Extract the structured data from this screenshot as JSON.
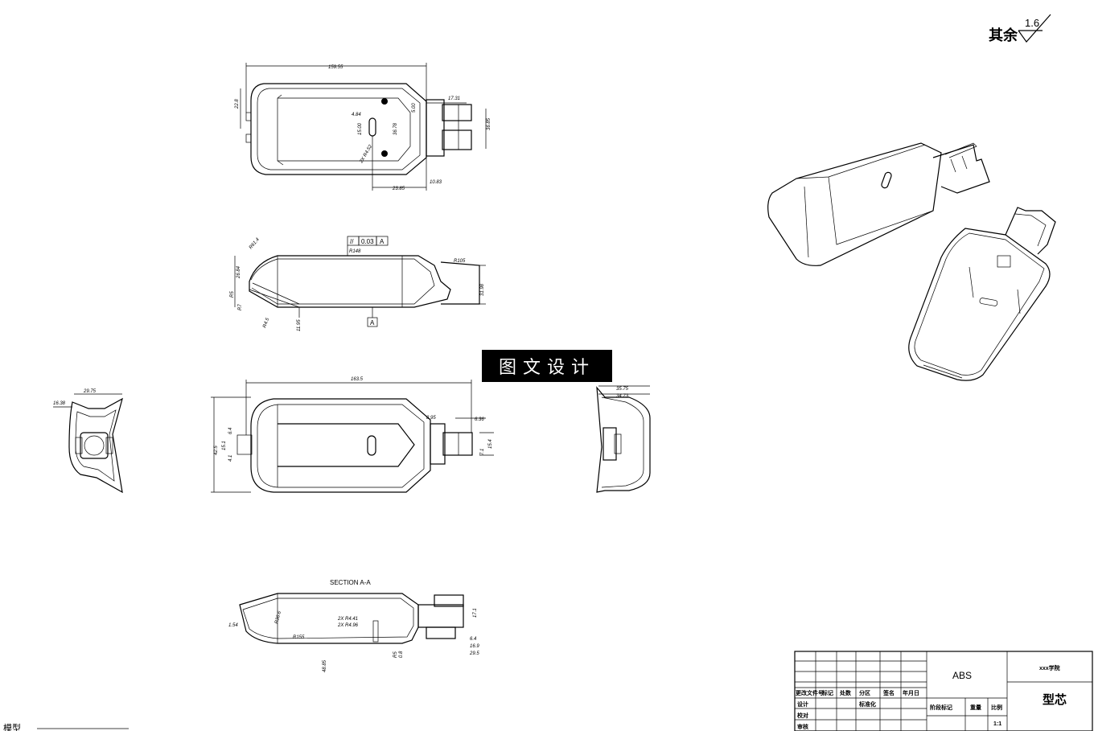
{
  "surface_finish": {
    "label": "其余",
    "value": "1.6"
  },
  "watermark": "图文设计",
  "views": {
    "top": {
      "overall": "159.55",
      "dims": [
        "22.8",
        "17.31",
        "4.84",
        "15.00",
        "36.78",
        "2X R4.52",
        "5.00",
        "36.85",
        "10.83",
        "23.85"
      ]
    },
    "side": {
      "tolerance": {
        "symbol": "//",
        "value": "0.03",
        "datum": "A"
      },
      "datum": "A",
      "dims": [
        "R61.4",
        "R148",
        "R105",
        "31.98",
        "R7",
        "R5",
        "R4.5",
        "11.95",
        "26.84"
      ]
    },
    "front": {
      "overall": "163.5",
      "dims": [
        "42.5",
        "6.4",
        "15.1",
        "4.1",
        "8.95",
        "6.36",
        "15.4",
        "7.1"
      ]
    },
    "left_end": {
      "dims": [
        "29.75",
        "16.38"
      ]
    },
    "right_end": {
      "dims": [
        "35.75",
        "34.73"
      ]
    },
    "section": {
      "title": "SECTION A-A",
      "dims": [
        "1.54",
        "R36.6",
        "R155",
        "2X R4.41",
        "2X R4.96",
        "48.85",
        "R5",
        "0.8",
        "6.4",
        "16.9",
        "29.5",
        "17.1"
      ]
    }
  },
  "title_block": {
    "material": "ABS",
    "part_type": "型芯",
    "company": "xxx学院",
    "scale": "1:1",
    "header_cells": [
      "更改文件号",
      "标记",
      "处数",
      "分区",
      "签名",
      "年月日"
    ],
    "row_labels": [
      "设计",
      "校对",
      "审核"
    ],
    "std_label": "标准化",
    "stage_label": "阶段标记",
    "weight_label": "重量",
    "ratio_label": "比例"
  },
  "bottom_fragment": "模型"
}
